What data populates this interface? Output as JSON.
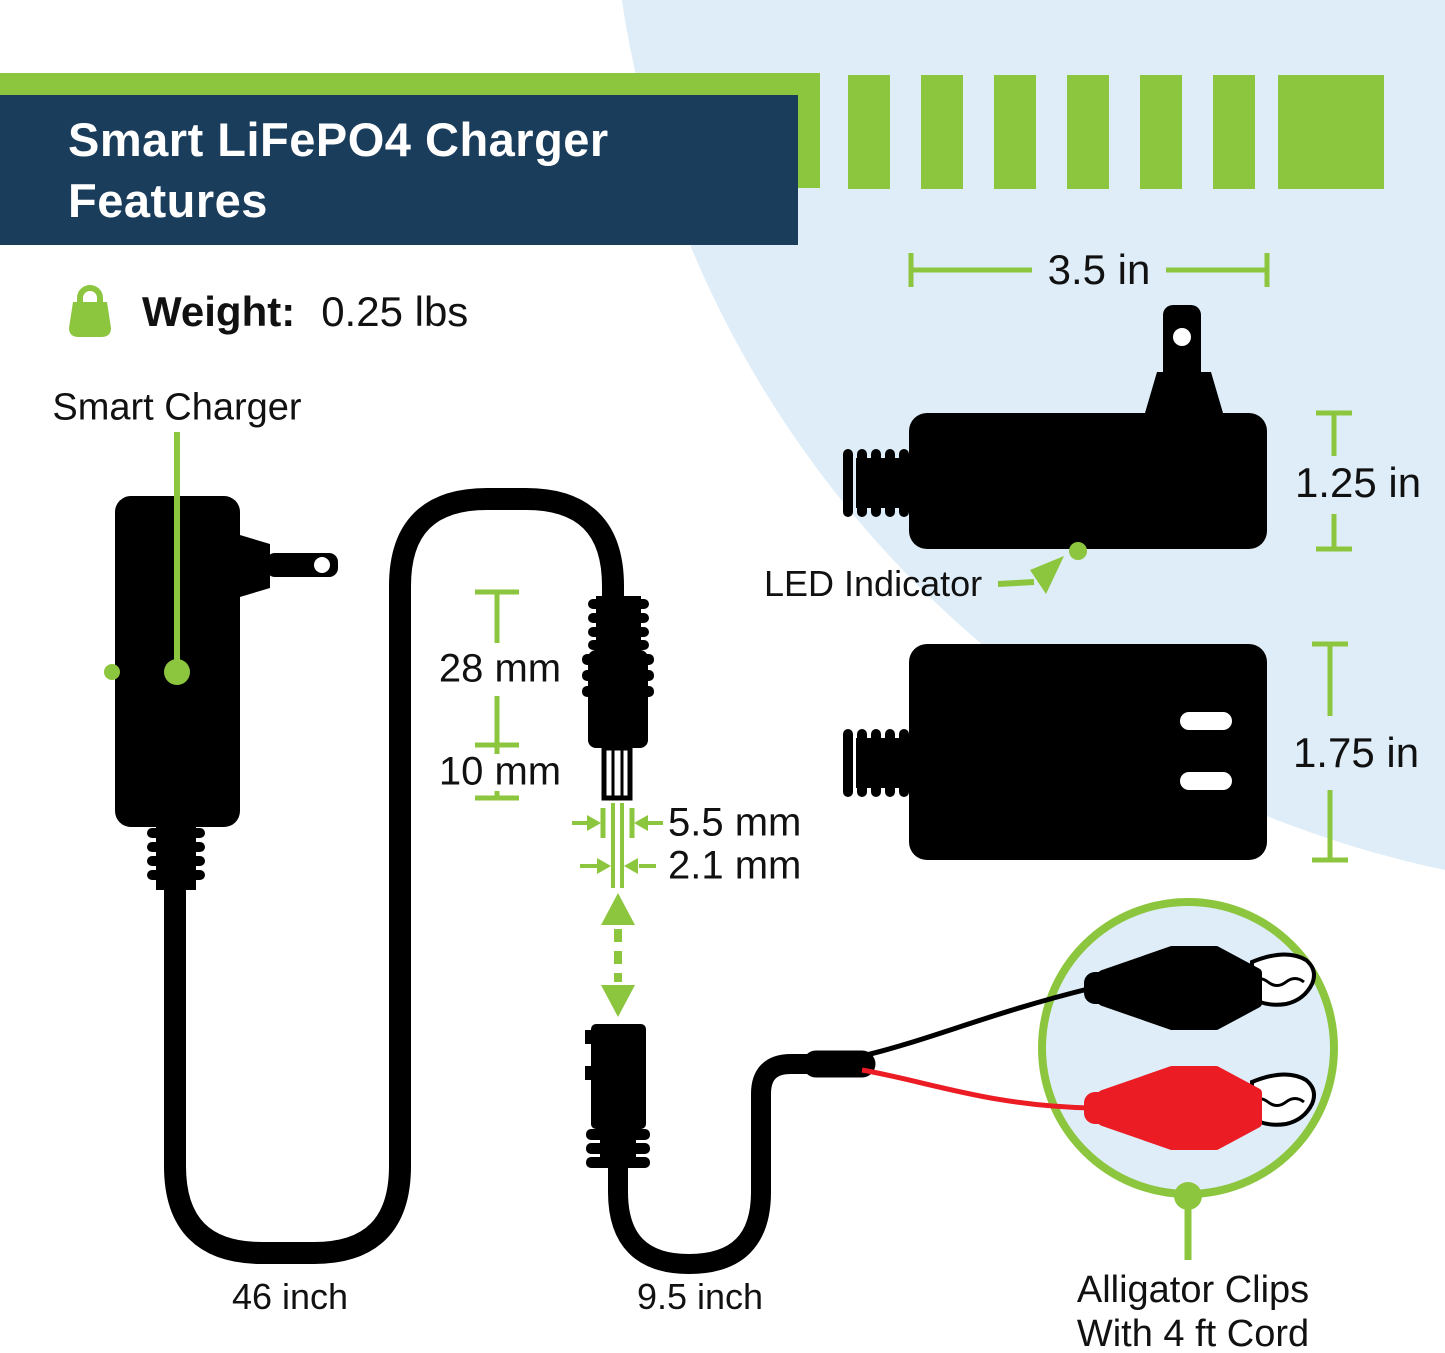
{
  "title": {
    "line1": "Smart LiFePO4 Charger",
    "line2": "Features"
  },
  "weight": {
    "label": "Weight:",
    "value": "0.25 lbs"
  },
  "labels": {
    "smart_charger": "Smart Charger",
    "led_indicator": "LED Indicator",
    "alligator_clips_line1": "Alligator Clips",
    "alligator_clips_line2": "With 4 ft Cord"
  },
  "measurements": {
    "charger_width": "3.5 in",
    "charger_thickness": "1.25 in",
    "charger_height": "1.75 in",
    "plug_body_length": "28 mm",
    "plug_tip_length": "10 mm",
    "plug_outer_diameter": "5.5 mm",
    "plug_inner_diameter": "2.1 mm",
    "main_cord_length": "46 inch",
    "output_cord_length": "9.5 inch"
  },
  "icons": {
    "weight_icon": "weight-bag-icon",
    "led_dot": "led-indicator-dot",
    "dimension_marks": "green-dimension-lines"
  },
  "colors": {
    "accent_green": "#8CC63E",
    "navy": "#1B3D5C",
    "light_blue": "#DEEDF7",
    "clip_red": "#EC1C24",
    "black": "#000000"
  }
}
